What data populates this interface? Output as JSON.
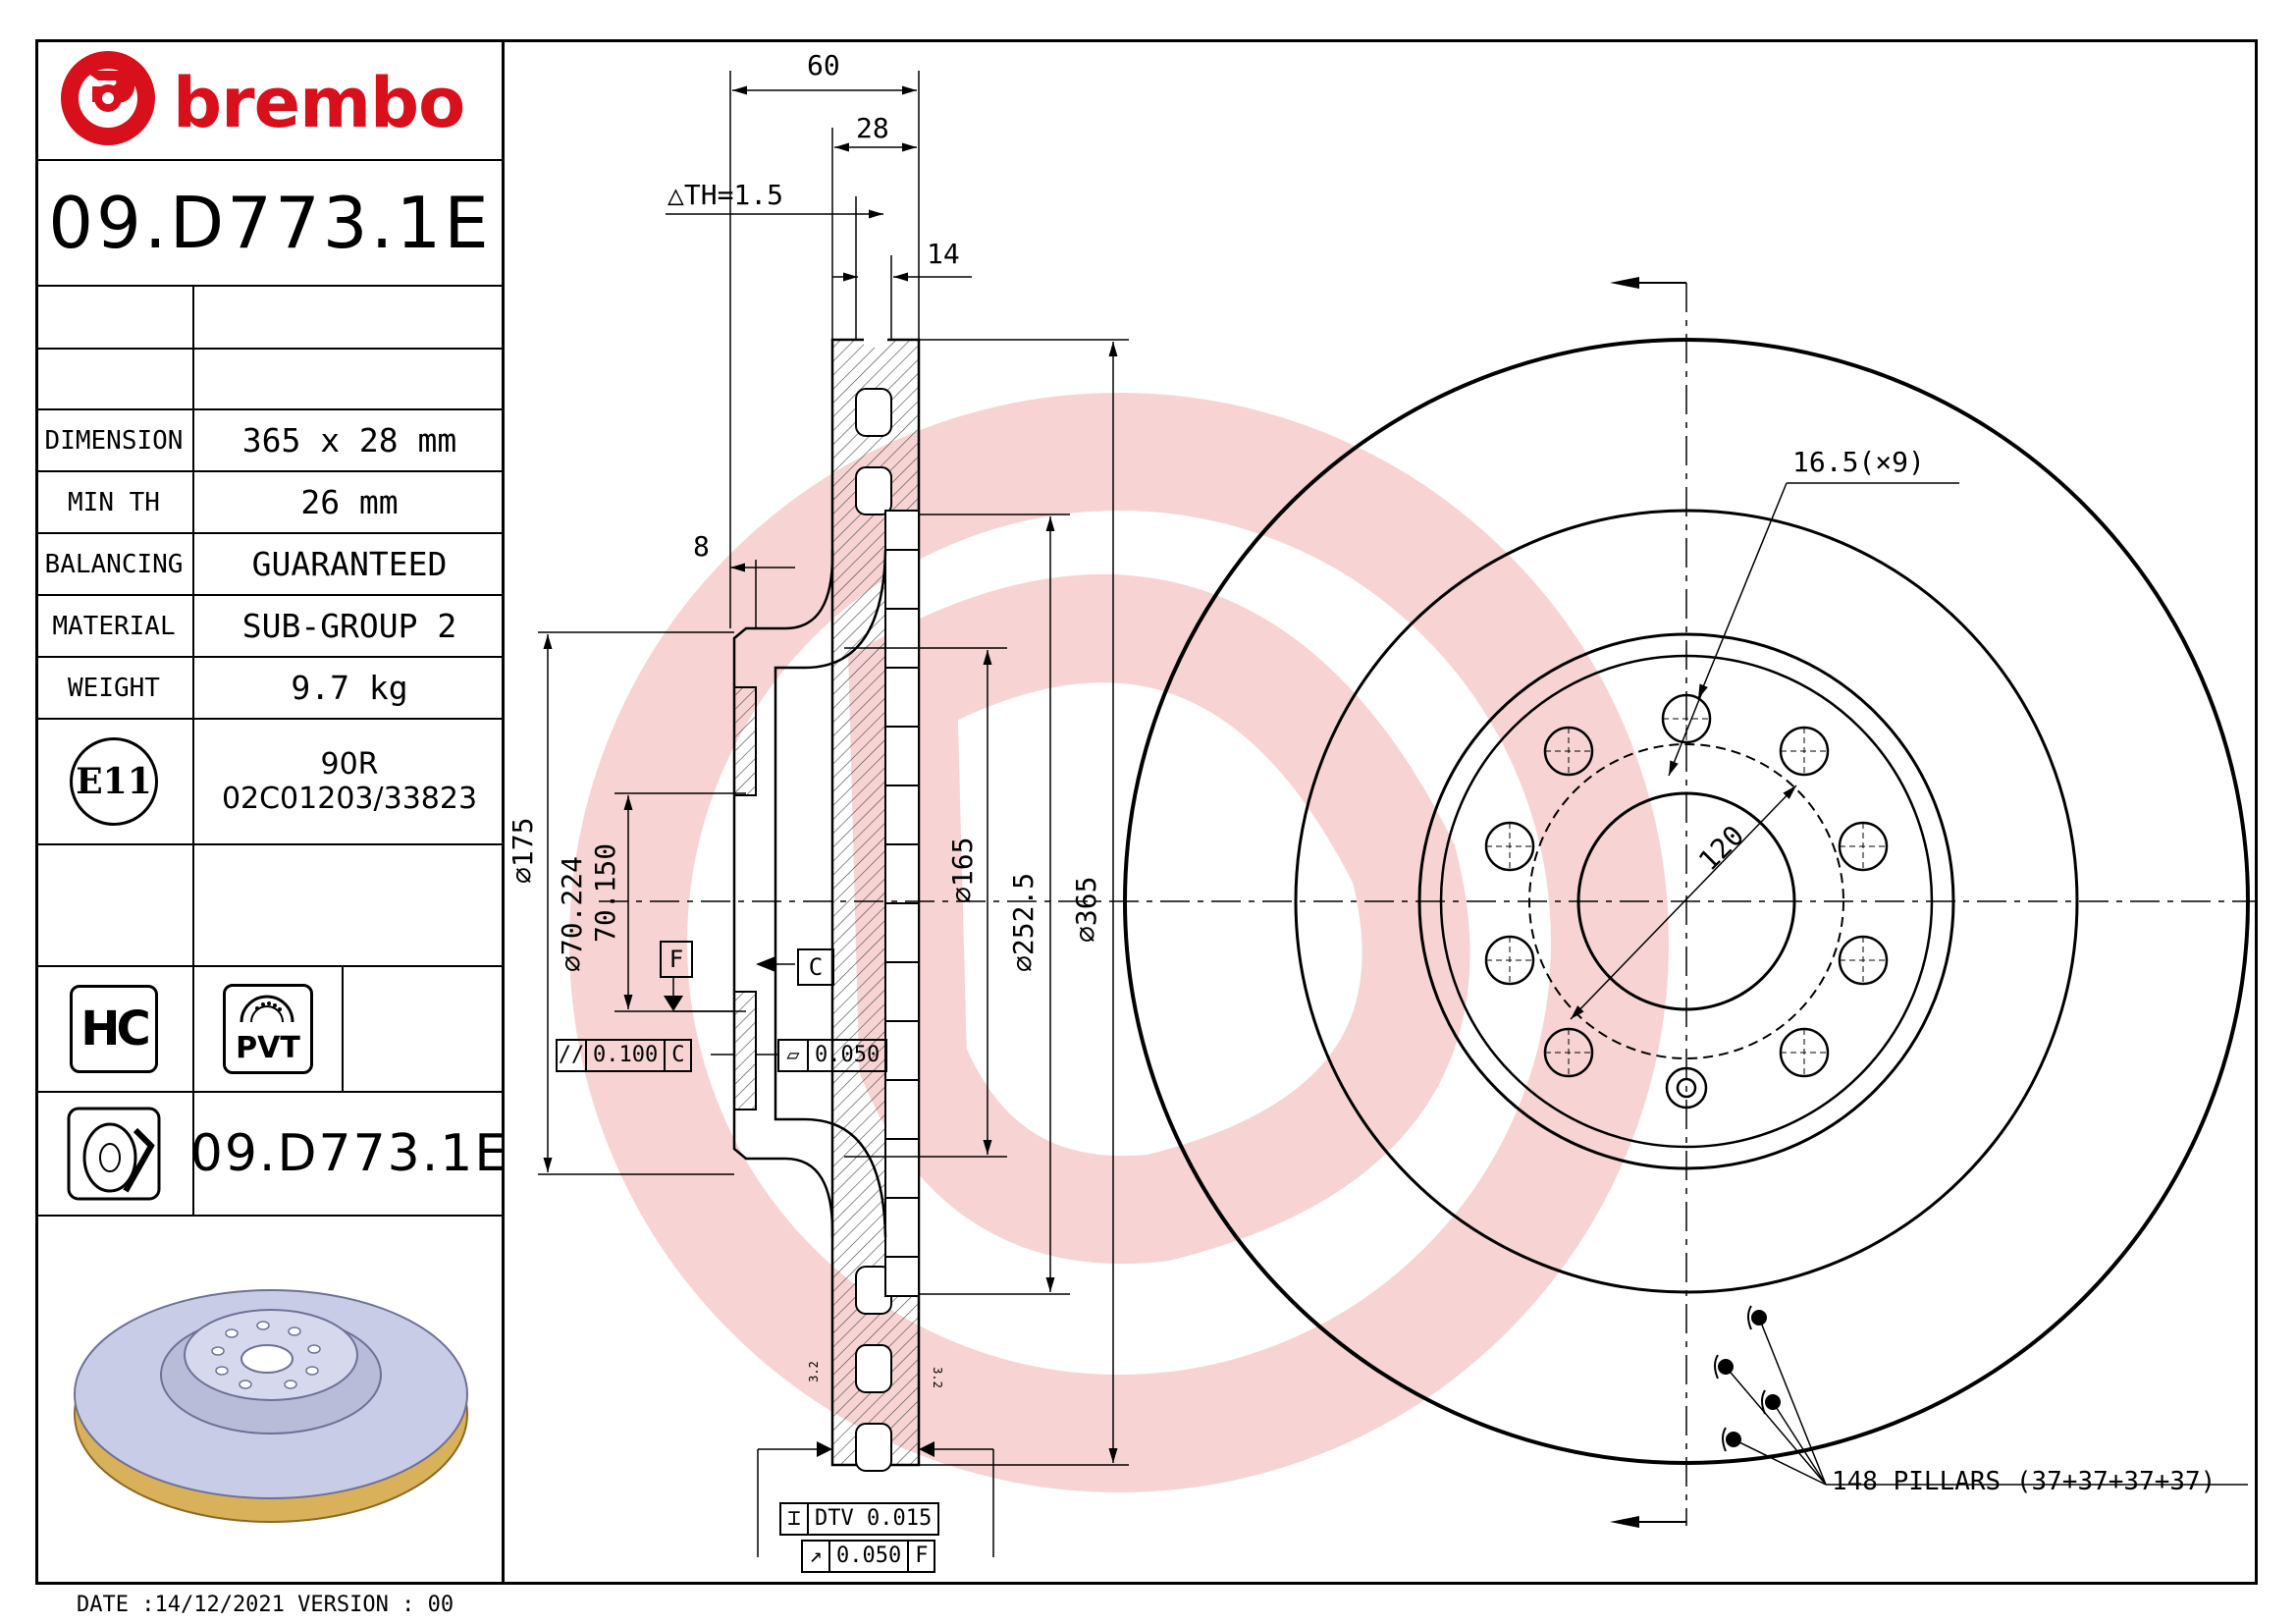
{
  "brand": {
    "name": "brembo"
  },
  "part_number": "09.D773.1E",
  "specs": [
    {
      "label": "DIMENSION",
      "value": "365 x 28 mm"
    },
    {
      "label": "MIN TH",
      "value": "26 mm"
    },
    {
      "label": "BALANCING",
      "value": "GUARANTEED"
    },
    {
      "label": "MATERIAL",
      "value": "SUB-GROUP 2"
    },
    {
      "label": "WEIGHT",
      "value": "9.7 kg"
    }
  ],
  "approval": {
    "mark": "E11",
    "line1": "90R",
    "line2": "02C01203/33823"
  },
  "badges": {
    "hc": "HC",
    "pvt": "PVT"
  },
  "footer_part_number": "09.D773.1E",
  "footer": {
    "date": "DATE :14/12/2021 VERSION : 00"
  },
  "dimensions": {
    "d60": "60",
    "d28": "28",
    "th": "△TH=1.5",
    "d14": "14",
    "d8": "8",
    "dia175": "⌀175",
    "dia70a": "⌀70.224",
    "dia70b": "70.150",
    "dia165": "⌀165",
    "dia252": "⌀252.5",
    "dia365": "⌀365",
    "hole": "16.5(×9)",
    "pcd": "120",
    "datumF": "F",
    "datumC": "C",
    "par": "0.100",
    "parRef": "C",
    "flat": "0.050",
    "dtv": "DTV 0.015",
    "runout": "0.050",
    "runoutRef": "F",
    "pillars": "148 PILLARS (37+37+37+37)",
    "rough": "3.2"
  },
  "colors": {
    "brand_red": "#d7101b",
    "watermark": "#f5c8c8",
    "disc_blue": "#c9cce6",
    "disc_gold": "#d9b15a"
  }
}
